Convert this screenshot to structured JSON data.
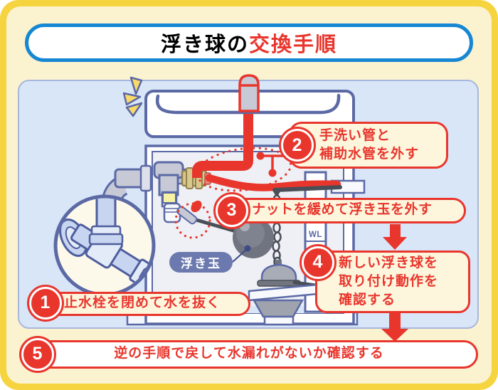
{
  "title": {
    "part_blue": "浮き球の",
    "part_red": "交換手順"
  },
  "steps": [
    {
      "num": "1",
      "text": "止水栓を閉めて水を抜く"
    },
    {
      "num": "2",
      "text": "手洗い管と\n補助水管を外す"
    },
    {
      "num": "3",
      "text": "ナットを緩めて浮き玉を外す"
    },
    {
      "num": "4",
      "text": "新しい浮き球を\n取り付け動作を\n確認する"
    },
    {
      "num": "5",
      "text": "逆の手順で戻して水漏れがないか確認する"
    }
  ],
  "labels": {
    "float_ball": "浮き玉",
    "water_level": "WL"
  },
  "colors": {
    "accent_red": "#E8362D",
    "title_blue": "#1687D2",
    "frame_yellow": "#F6D43F",
    "background_cream": "#FBF2D0",
    "panel_blue": "#D9E6F8",
    "outline_slate": "#5B69A5",
    "badge_cream": "#FDF6DD",
    "float_label_blue": "#6B79AE",
    "brass": "#D8C88D"
  }
}
